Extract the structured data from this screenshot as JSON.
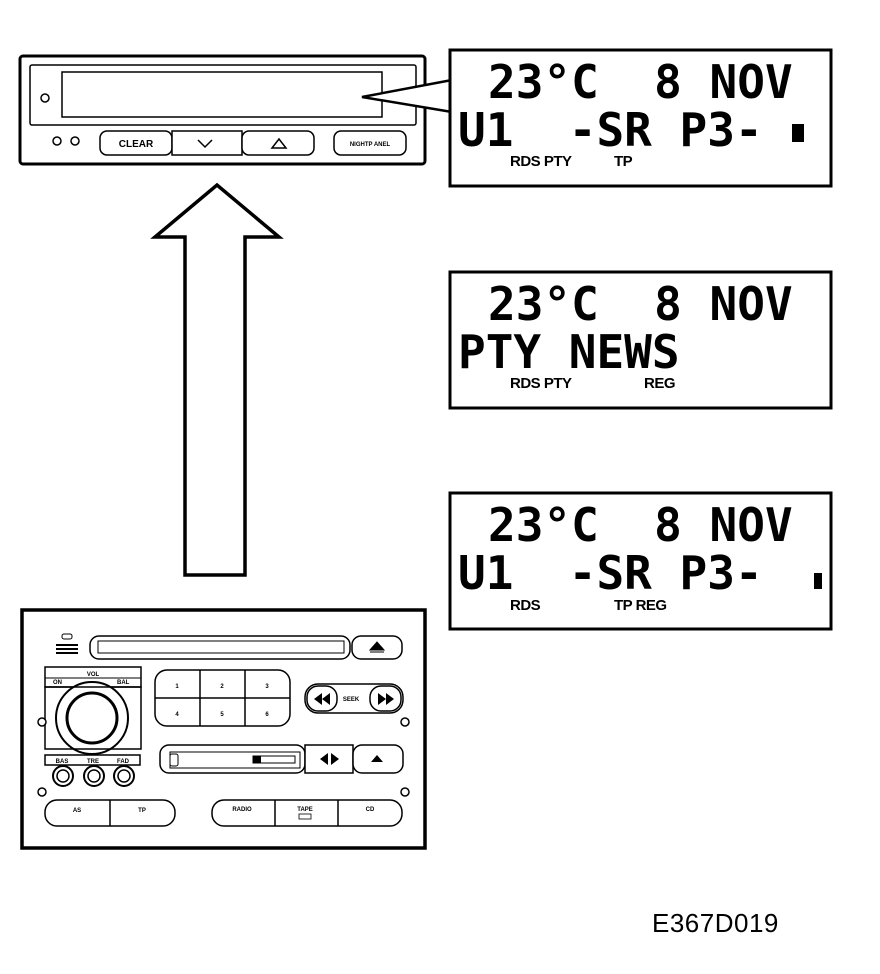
{
  "info_display": {
    "clear_label": "CLEAR",
    "night_panel_label": "NIGHTP  ANEL"
  },
  "screens": [
    {
      "line1": "23°C  8 NOV",
      "line2": "U1  -SR P3-",
      "indicators": [
        "RDS PTY",
        "TP"
      ]
    },
    {
      "line1": "23°C  8 NOV",
      "line2": "PTY NEWS",
      "indicators": [
        "RDS PTY",
        "REG"
      ]
    },
    {
      "line1": "23°C  8 NOV",
      "line2": "U1  -SR P3-",
      "indicators": [
        "RDS",
        "TP REG"
      ]
    }
  ],
  "radio": {
    "vol_label": "VOL",
    "on_label": "ON",
    "bal_label": "BAL",
    "bas_label": "BAS",
    "tre_label": "TRE",
    "fad_label": "FAD",
    "seek_label": "SEEK",
    "presets": [
      "1",
      "2",
      "3",
      "4",
      "5",
      "6"
    ],
    "as_label": "AS",
    "tp_label": "TP",
    "radio_label": "RADIO",
    "tape_label": "TAPE",
    "cd_label": "CD"
  },
  "figure_id": "E367D019"
}
